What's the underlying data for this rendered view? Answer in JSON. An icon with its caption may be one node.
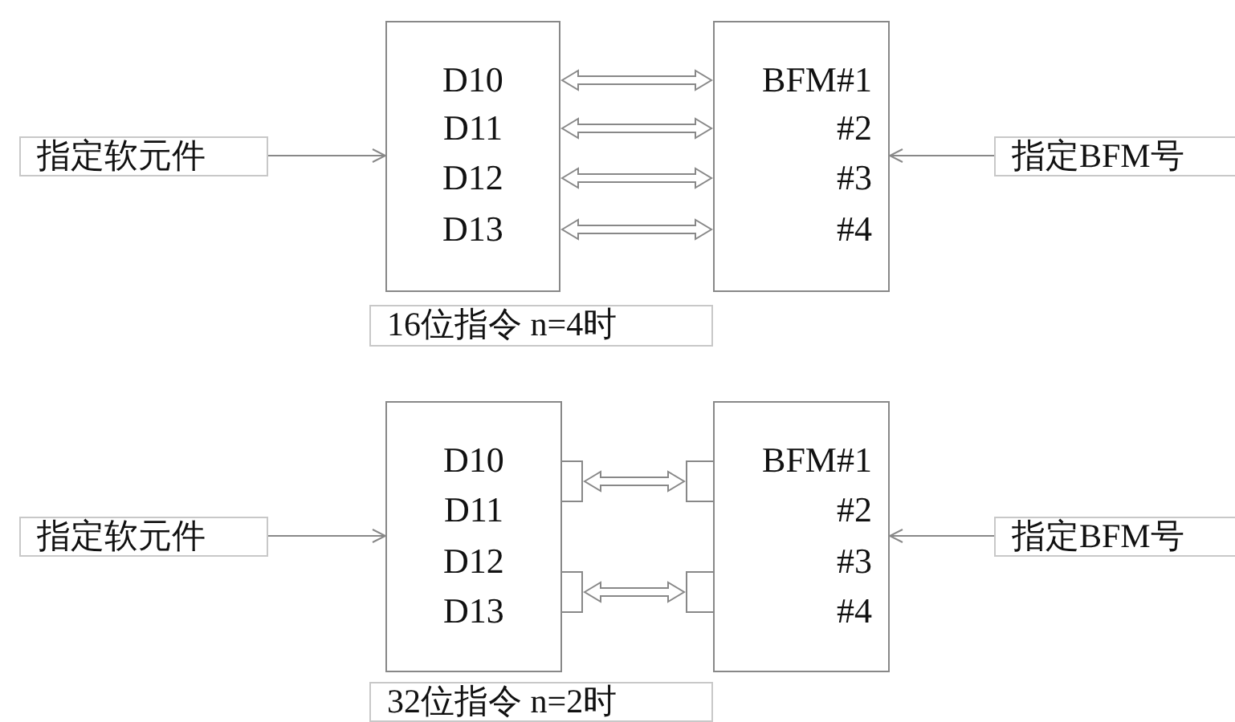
{
  "diagram": {
    "nodes": [
      {
        "text": [
          "指定软元件"
        ]
      },
      {
        "text": [],
        "shape": "box"
      },
      {
        "text": [
          "D10"
        ],
        "in": 1
      },
      {
        "text": [
          "D11"
        ],
        "in": 1
      },
      {
        "text": [
          "D12"
        ],
        "in": 1
      },
      {
        "text": [
          "D13"
        ],
        "in": 1
      },
      {
        "text": [],
        "shape": "box"
      },
      {
        "text": [
          "BFM#1"
        ],
        "in": 6
      },
      {
        "text": [
          "#2"
        ],
        "in": 6
      },
      {
        "text": [
          "#3"
        ],
        "in": 6
      },
      {
        "text": [
          "#4"
        ],
        "in": 6
      },
      {
        "text": [
          "指定BFM号"
        ]
      },
      {
        "text": [
          "16位指令  n=4时"
        ]
      },
      {
        "text": [
          "指定软元件"
        ]
      },
      {
        "text": [],
        "shape": "box"
      },
      {
        "text": [
          "D10"
        ],
        "in": 14
      },
      {
        "text": [
          "D11"
        ],
        "in": 14
      },
      {
        "text": [
          "D12"
        ],
        "in": 14
      },
      {
        "text": [
          "D13"
        ],
        "in": 14
      },
      {
        "text": [],
        "shape": "box"
      },
      {
        "text": [],
        "shape": "box"
      },
      {
        "text": [],
        "shape": "box"
      },
      {
        "text": [
          "BFM#1"
        ],
        "in": 21
      },
      {
        "text": [
          "#2"
        ],
        "in": 21
      },
      {
        "text": [
          "#3"
        ],
        "in": 21
      },
      {
        "text": [
          "#4"
        ],
        "in": 21
      },
      {
        "text": [],
        "shape": "box"
      },
      {
        "text": [],
        "shape": "box"
      },
      {
        "text": [
          "指定BFM号"
        ]
      },
      {
        "text": [
          "32位指令  n=2时"
        ]
      }
    ],
    "edges": [
      {
        "from": 0,
        "to": 1,
        "arrow": "to"
      },
      {
        "from": 11,
        "to": 6,
        "arrow": "to"
      },
      {
        "from": 1,
        "to": 6,
        "arrow": "both"
      },
      {
        "from": 1,
        "to": 6,
        "arrow": "both"
      },
      {
        "from": 1,
        "to": 6,
        "arrow": "both"
      },
      {
        "from": 1,
        "to": 6,
        "arrow": "both"
      },
      {
        "from": 13,
        "to": 14,
        "arrow": "to"
      },
      {
        "from": 28,
        "to": 21,
        "arrow": "to"
      },
      {
        "from": 19,
        "to": 26,
        "arrow": "both"
      },
      {
        "from": 20,
        "to": 27,
        "arrow": "both"
      }
    ]
  }
}
